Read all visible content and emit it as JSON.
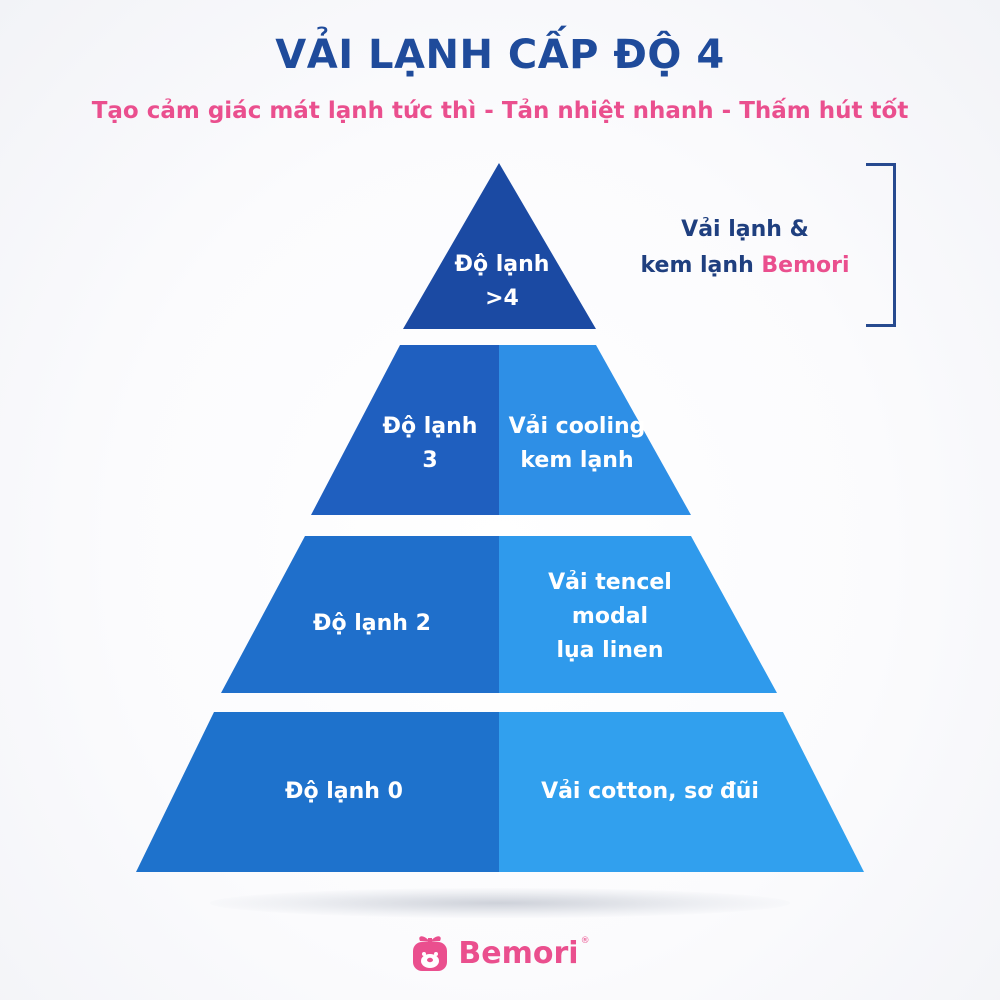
{
  "header": {
    "title": "VẢI LẠNH CẤP ĐỘ 4",
    "subtitle": "Tạo cảm giác mát lạnh tức thì - Tản nhiệt nhanh - Thấm hút tốt"
  },
  "pyramid": {
    "top": {
      "label_line1": "Độ lạnh",
      "label_line2": ">4"
    },
    "tier3": {
      "left_line1": "Độ lạnh",
      "left_line2": "3",
      "right_line1": "Vải cooling",
      "right_line2": "kem lạnh"
    },
    "tier2": {
      "left": "Độ lạnh 2",
      "right_line1": "Vải tencel",
      "right_line2": "modal",
      "right_line3": "lụa linen"
    },
    "tier0": {
      "left": "Độ lạnh 0",
      "right": "Vải cotton, sơ đũi"
    }
  },
  "annotation": {
    "line1": "Vải lạnh &",
    "line2_prefix": "kem lạnh ",
    "line2_brand": "Bemori"
  },
  "logo": {
    "name": "Bemori",
    "mark": "®"
  },
  "colors": {
    "title": "#1f4b9b",
    "subtitle": "#ea4f8e",
    "tier_top": "#1b4aa3",
    "tier3_left": "#1f5fbf",
    "tier3_right": "#2e8fe6",
    "tier2_left": "#1f6fcb",
    "tier2_right": "#2f9aec",
    "tier0_left": "#1e72cc",
    "tier0_right": "#31a0ee",
    "brand": "#ea4f8e"
  }
}
